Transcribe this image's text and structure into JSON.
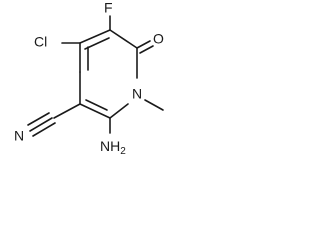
{
  "molecule": {
    "atoms": {
      "fluorine": "F",
      "chlorine": "Cl",
      "oxygen": "O",
      "nitrogen_ring": "N",
      "nitrogen_nitrile": "N",
      "amino_nh": "NH",
      "amino_subscript": "2"
    }
  }
}
